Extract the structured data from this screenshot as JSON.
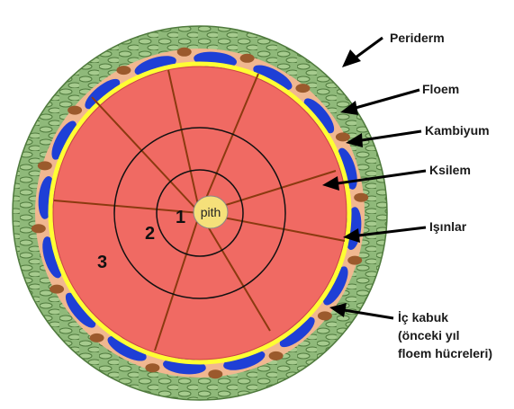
{
  "labels": {
    "periderm": "Periderm",
    "floem": "Floem",
    "kambiyum": "Kambiyum",
    "ksilem": "Ksilem",
    "isinlar": "Işınlar",
    "ic_kabuk_1": "İç kabuk",
    "ic_kabuk_2": "(önceki yıl",
    "ic_kabuk_3": "floem hücreleri)"
  },
  "pith": "pith",
  "ring_numbers": [
    "1",
    "2",
    "3"
  ],
  "colors": {
    "periderm": "#8fb97a",
    "periderm_cells": "#4f7a3d",
    "inner_bark": "#f0b790",
    "phloem": "#1e3fd6",
    "phloem_brown": "#9b5a2c",
    "cambium": "#ffff33",
    "xylem": "#f06a63",
    "ring_line": "#111111",
    "rays": "#8b3a10",
    "pith": "#f5e07a",
    "arrow": "#000000"
  }
}
